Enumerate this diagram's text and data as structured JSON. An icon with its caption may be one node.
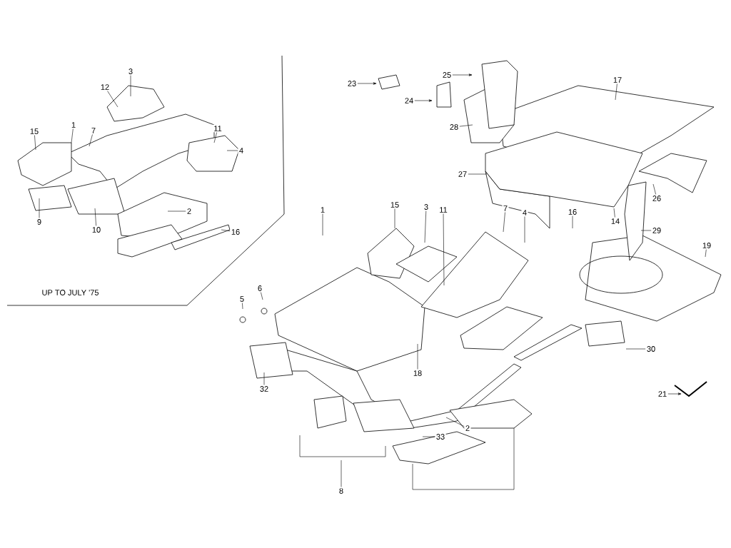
{
  "diagram": {
    "nodes": [
      {
        "text": [
          "3"
        ]
      },
      {
        "text": [
          "12"
        ]
      },
      {
        "text": [
          "15"
        ]
      },
      {
        "text": [
          "1"
        ]
      },
      {
        "text": [
          "7"
        ]
      },
      {
        "text": [
          "11"
        ]
      },
      {
        "text": [
          "4"
        ]
      },
      {
        "text": [
          "2"
        ]
      },
      {
        "text": [
          "9"
        ]
      },
      {
        "text": [
          "10"
        ]
      },
      {
        "text": [
          "16"
        ]
      },
      {
        "text": [
          "23"
        ]
      },
      {
        "text": [
          "24"
        ]
      },
      {
        "text": [
          "25"
        ]
      },
      {
        "text": [
          "28"
        ]
      },
      {
        "text": [
          "17"
        ]
      },
      {
        "text": [
          "27"
        ]
      },
      {
        "text": [
          "26"
        ]
      },
      {
        "text": [
          "14"
        ]
      },
      {
        "text": [
          "29"
        ]
      },
      {
        "text": [
          "19"
        ]
      },
      {
        "text": [
          "15"
        ]
      },
      {
        "text": [
          "3"
        ]
      },
      {
        "text": [
          "11"
        ]
      },
      {
        "text": [
          "7"
        ]
      },
      {
        "text": [
          "4"
        ]
      },
      {
        "text": [
          "1"
        ]
      },
      {
        "text": [
          "16"
        ]
      },
      {
        "text": [
          "5"
        ]
      },
      {
        "text": [
          "6"
        ]
      },
      {
        "text": [
          "30"
        ]
      },
      {
        "text": [
          "21"
        ]
      },
      {
        "text": [
          "32"
        ]
      },
      {
        "text": [
          "18"
        ]
      },
      {
        "text": [
          "2"
        ]
      },
      {
        "text": [
          "33"
        ]
      },
      {
        "text": [
          "8"
        ]
      }
    ],
    "edges": [
      {
        "from": 0,
        "to": null,
        "arrow": "none"
      },
      {
        "from": 1,
        "to": null,
        "arrow": "none"
      },
      {
        "from": 2,
        "to": null,
        "arrow": "none"
      },
      {
        "from": 3,
        "to": null,
        "arrow": "none"
      },
      {
        "from": 4,
        "to": null,
        "arrow": "none"
      },
      {
        "from": 5,
        "to": null,
        "arrow": "none"
      },
      {
        "from": 6,
        "to": null,
        "arrow": "none"
      },
      {
        "from": 7,
        "to": null,
        "arrow": "none"
      },
      {
        "from": 8,
        "to": null,
        "arrow": "none"
      },
      {
        "from": 9,
        "to": null,
        "arrow": "none"
      },
      {
        "from": 10,
        "to": null,
        "arrow": "none"
      },
      {
        "from": 11,
        "to": null,
        "arrow": "to"
      },
      {
        "from": 12,
        "to": null,
        "arrow": "to"
      },
      {
        "from": 13,
        "to": null,
        "arrow": "to"
      },
      {
        "from": 14,
        "to": null,
        "arrow": "none"
      },
      {
        "from": 15,
        "to": null,
        "arrow": "none"
      },
      {
        "from": 16,
        "to": null,
        "arrow": "none"
      },
      {
        "from": 17,
        "to": null,
        "arrow": "none"
      },
      {
        "from": 18,
        "to": null,
        "arrow": "none"
      },
      {
        "from": 19,
        "to": null,
        "arrow": "none"
      },
      {
        "from": 20,
        "to": null,
        "arrow": "none"
      },
      {
        "from": 21,
        "to": null,
        "arrow": "none"
      },
      {
        "from": 22,
        "to": null,
        "arrow": "none"
      },
      {
        "from": 23,
        "to": null,
        "arrow": "none"
      },
      {
        "from": 24,
        "to": null,
        "arrow": "none"
      },
      {
        "from": 25,
        "to": null,
        "arrow": "none"
      },
      {
        "from": 26,
        "to": null,
        "arrow": "none"
      },
      {
        "from": 27,
        "to": null,
        "arrow": "none"
      },
      {
        "from": 28,
        "to": null,
        "arrow": "none"
      },
      {
        "from": 29,
        "to": null,
        "arrow": "none"
      },
      {
        "from": 30,
        "to": null,
        "arrow": "none"
      },
      {
        "from": 31,
        "to": null,
        "arrow": "to"
      },
      {
        "from": 32,
        "to": null,
        "arrow": "none"
      },
      {
        "from": 33,
        "to": null,
        "arrow": "none"
      },
      {
        "from": 34,
        "to": null,
        "arrow": "none"
      },
      {
        "from": 35,
        "to": null,
        "arrow": "none"
      },
      {
        "from": 36,
        "to": null,
        "arrow": "none"
      }
    ],
    "labels": [
      "UP TO JULY '75"
    ]
  }
}
